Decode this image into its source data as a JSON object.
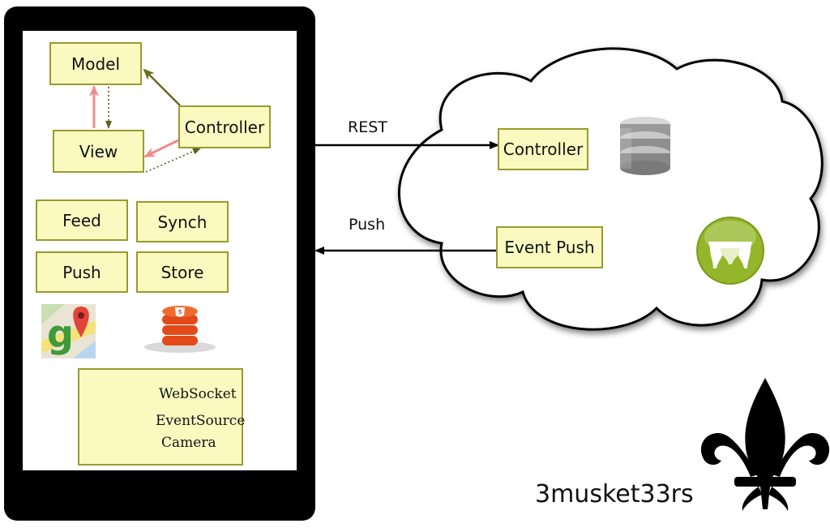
{
  "mobile": {
    "mvc": {
      "model": "Model",
      "view": "View",
      "controller": "Controller"
    },
    "modules": {
      "feed": "Feed",
      "synch": "Synch",
      "push": "Push",
      "store": "Store"
    },
    "features": {
      "websocket": "WebSocket",
      "eventsource": "EventSource",
      "camera": "Camera"
    },
    "icons": {
      "maps": "google-maps-icon",
      "html5_storage": "html5-storage-icon",
      "cordova": "cordova-icon"
    }
  },
  "links": {
    "rest": "REST",
    "push": "Push"
  },
  "cloud": {
    "controller": "Controller",
    "event_push": "Event Push",
    "icons": {
      "database": "database-icon",
      "cups": "cups-icon"
    }
  },
  "brand": {
    "name": "3musket33rs",
    "logo": "fleur-de-lis-icon"
  }
}
